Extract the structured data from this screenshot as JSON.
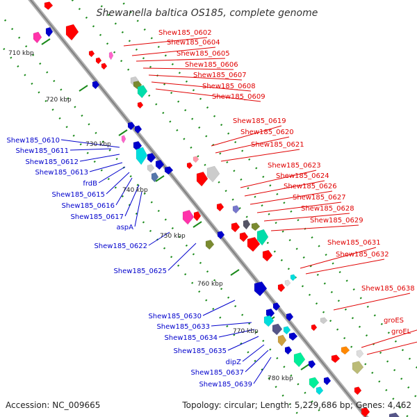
{
  "title": "Shewanella baltica OS185, complete genome",
  "footer": {
    "accession": "Accession: NC_009665",
    "topology": "Topology: circular; Length: 5,229,686 bp; Genes: 4,462"
  },
  "colors": {
    "backbone": "#999999",
    "right_labels": "#e00000",
    "left_labels": "#0000cc",
    "ticks": "#1a8a1a"
  },
  "scale_labels": [
    "710 kbp",
    "720 kbp",
    "730 kbp",
    "740 kbp",
    "750 kbp",
    "760 kbp",
    "770 kbp",
    "780 kbp"
  ],
  "right_labels": [
    "Shew185_0602",
    "Shew185_0604",
    "Shew185_0605",
    "Shew185_0606",
    "Shew185_0607",
    "Shew185_0608",
    "Shew185_0609",
    "Shew185_0619",
    "Shew185_0620",
    "Shew185_0621",
    "Shew185_0623",
    "Shew185_0624",
    "Shew185_0626",
    "Shew185_0627",
    "Shew185_0628",
    "Shew185_0629",
    "Shew185_0631",
    "Shew185_0632",
    "Shew185_0638",
    "groES",
    "groEL"
  ],
  "left_labels": [
    "Shew185_0610",
    "Shew185_0611",
    "Shew185_0612",
    "Shew185_0613",
    "frdB",
    "Shew185_0615",
    "Shew185_0616",
    "Shew185_0617",
    "aspA",
    "Shew185_0622",
    "Shew185_0625",
    "Shew185_0630",
    "Shew185_0633",
    "Shew185_0634",
    "Shew185_0635",
    "dipZ",
    "Shew185_0637",
    "Shew185_0639"
  ]
}
